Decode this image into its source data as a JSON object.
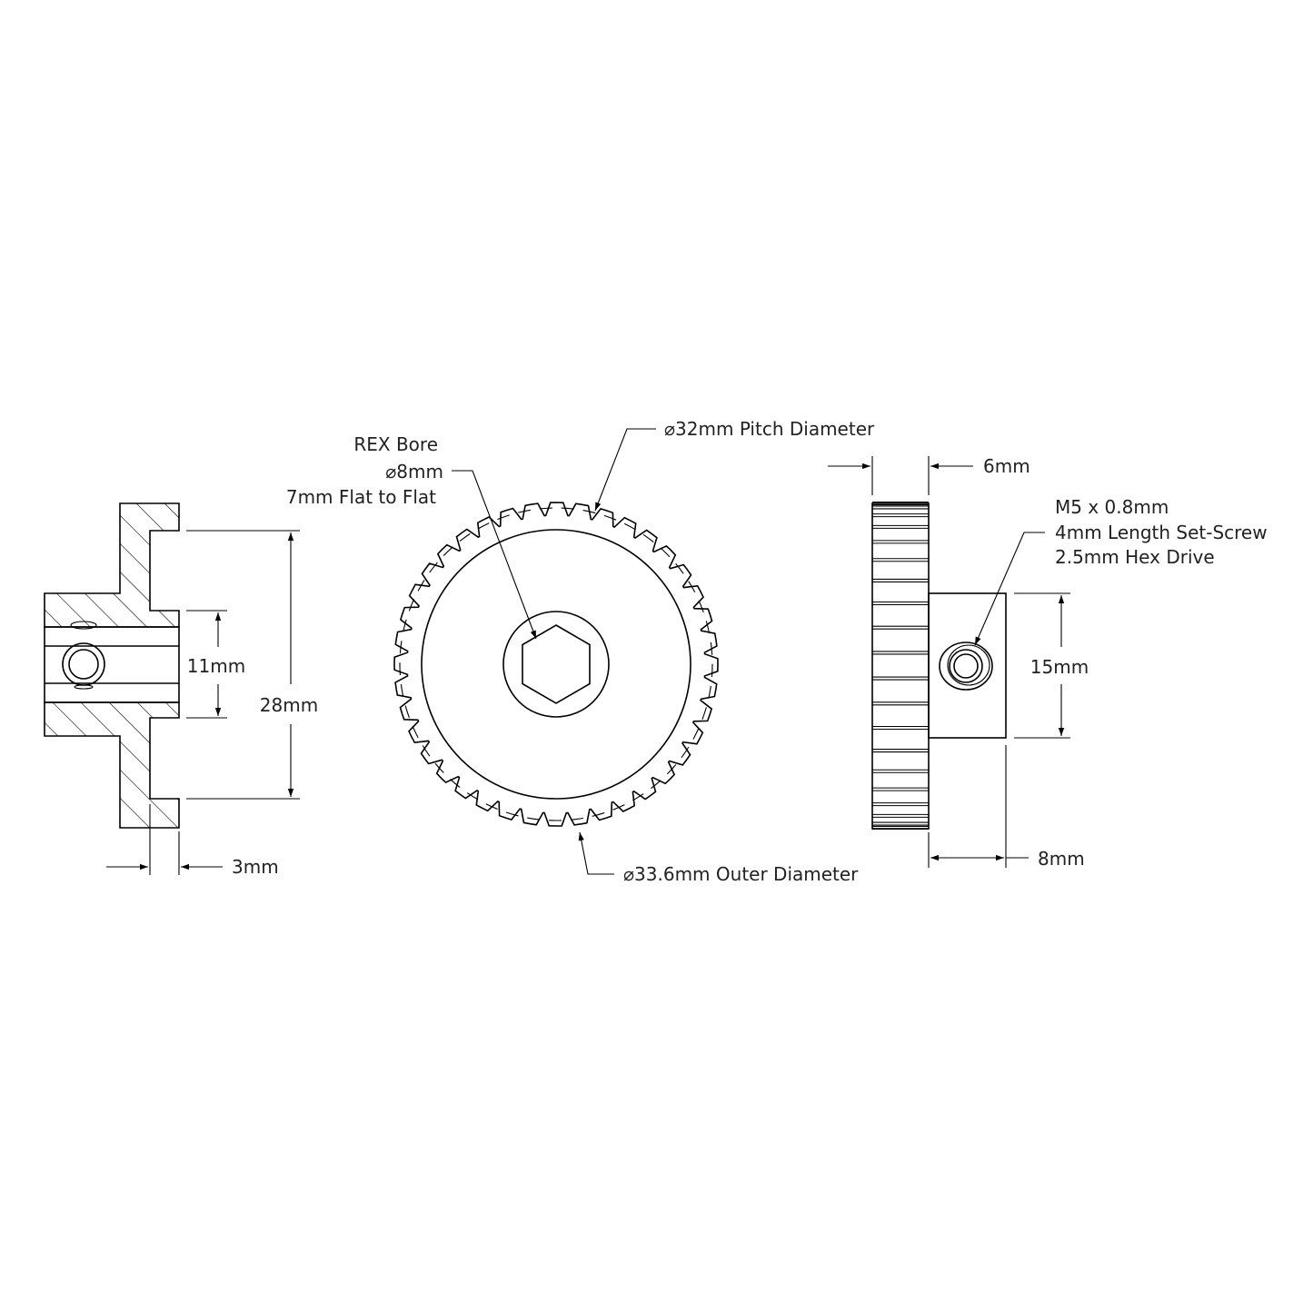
{
  "section_view": {
    "dim_total_height": "28mm",
    "dim_hub_height": "11mm",
    "dim_recess_depth": "3mm"
  },
  "front_view": {
    "bore_label_line1": "REX Bore",
    "bore_label_line2": "⌀8mm",
    "bore_label_line3": "7mm Flat to Flat",
    "pitch_label": "⌀32mm Pitch Diameter",
    "outer_label": "⌀33.6mm Outer Diameter",
    "teeth": 40
  },
  "side_view": {
    "dim_gear_width": "6mm",
    "dim_hub_diameter": "15mm",
    "dim_hub_length": "8mm",
    "setscrew_line1": "M5 x 0.8mm",
    "setscrew_line2": "4mm Length Set-Screw",
    "setscrew_line3": "2.5mm Hex Drive"
  }
}
